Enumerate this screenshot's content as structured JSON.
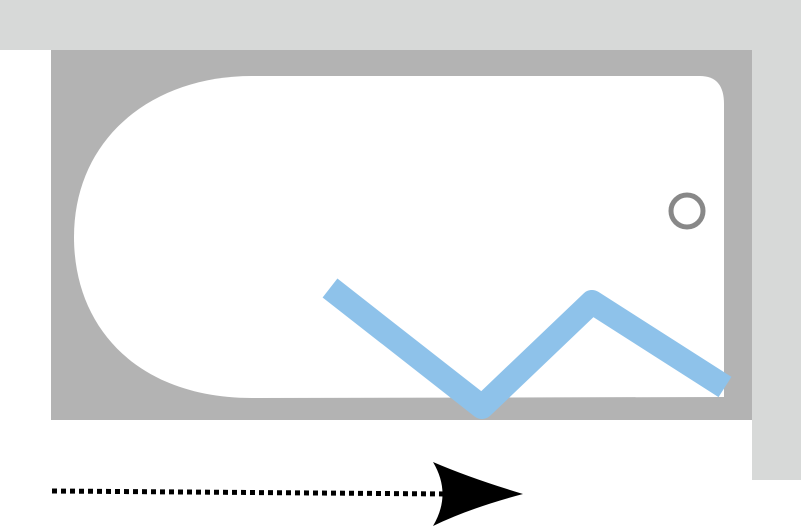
{
  "diagram": {
    "type": "bathtub-screen-plan-view",
    "elements": [
      {
        "name": "wall-top",
        "kind": "wall"
      },
      {
        "name": "wall-right",
        "kind": "wall"
      },
      {
        "name": "bathtub",
        "kind": "fixture"
      },
      {
        "name": "drain",
        "kind": "fixture"
      },
      {
        "name": "bath-screen",
        "kind": "glass-panel",
        "panels": 3
      },
      {
        "name": "opening-direction-arrow",
        "kind": "arrow",
        "direction": "right",
        "style": "dotted"
      }
    ]
  },
  "colors": {
    "wall": "#d7d9d8",
    "tub_rim": "#b3b3b3",
    "tub_basin": "#ffffff",
    "drain": "#888888",
    "screen": "#8ec2ea",
    "arrow": "#000000",
    "background": "#ffffff"
  }
}
